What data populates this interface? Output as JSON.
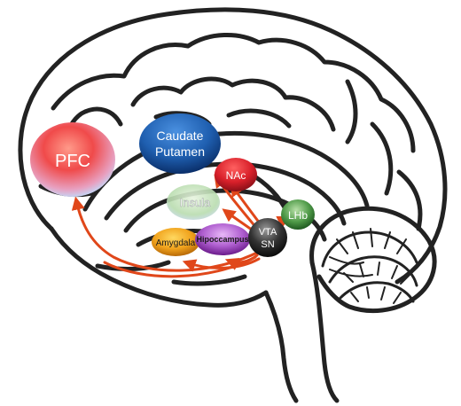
{
  "regions": {
    "pfc": {
      "label": "PFC",
      "color": "#f04a4a"
    },
    "caudate": {
      "line1": "Caudate",
      "line2": "Putamen",
      "color": "#1f5fb0"
    },
    "nac": {
      "label": "NAc",
      "color": "#d8202a"
    },
    "insula": {
      "label": "Insula",
      "color": "#a8d09a"
    },
    "lhb": {
      "label": "LHb",
      "color": "#3f8a3c"
    },
    "amygdala": {
      "label": "Amygdala",
      "color": "#f0a21c"
    },
    "hippocampus": {
      "label": "Hipoccampus",
      "color": "#8a2fb0"
    },
    "vta_sn": {
      "line1": "VTA",
      "line2": "SN",
      "color": "#222222"
    }
  },
  "connections": {
    "color": "#e0471a",
    "source": "VTA/SN",
    "targets": [
      "PFC",
      "Caudate Putamen",
      "NAc",
      "Insula",
      "LHb",
      "Amygdala",
      "Hipoccampus"
    ]
  }
}
